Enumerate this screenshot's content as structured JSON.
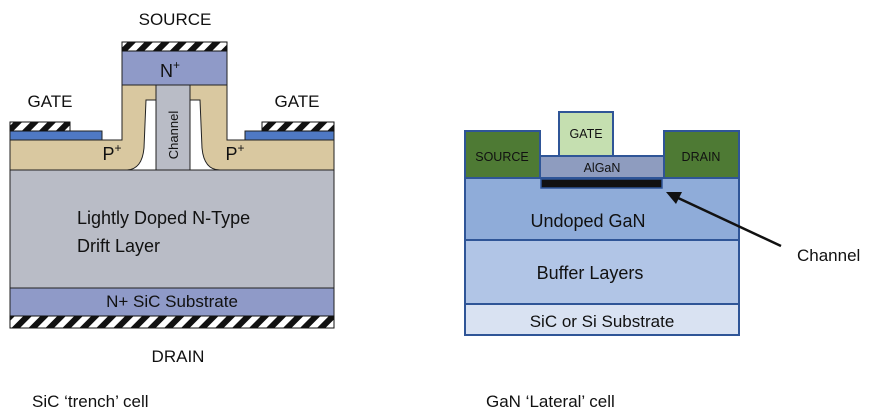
{
  "sic": {
    "source_label": "SOURCE",
    "gate_left_label": "GATE",
    "gate_right_label": "GATE",
    "n_plus_label": "N",
    "n_plus_sup": "+",
    "p_plus_left": "P",
    "p_plus_right": "P",
    "p_plus_sup": "+",
    "channel_label": "Channel",
    "drift_line1": "Lightly Doped N-Type",
    "drift_line2": "Drift Layer",
    "substrate_label": "N+ SiC Substrate",
    "drain_label": "DRAIN",
    "caption": "SiC ‘trench’ cell"
  },
  "gan": {
    "source_label": "SOURCE",
    "gate_label": "GATE",
    "drain_label": "DRAIN",
    "algan_label": "AlGaN",
    "undoped_label": "Undoped GaN",
    "buffer_label": "Buffer Layers",
    "substrate_label": "SiC or Si Substrate",
    "channel_label": "Channel",
    "caption": "GaN ‘Lateral’ cell"
  },
  "colors": {
    "metal_hatch": "#111111",
    "oxide_blue": "#4f79c4",
    "n_plus": "#8f9ac8",
    "p_plus": "#d9c8a0",
    "drift": "#b9bcc6",
    "gan_undoped": "#8facd9",
    "gan_buffer": "#b1c5e6",
    "gan_substrate": "#d9e2f2",
    "gan_contact_green": "#4e7a34",
    "gan_gate_green": "#c5dfb0",
    "algan": "#8e9cbf",
    "border_blue": "#2f5597"
  }
}
